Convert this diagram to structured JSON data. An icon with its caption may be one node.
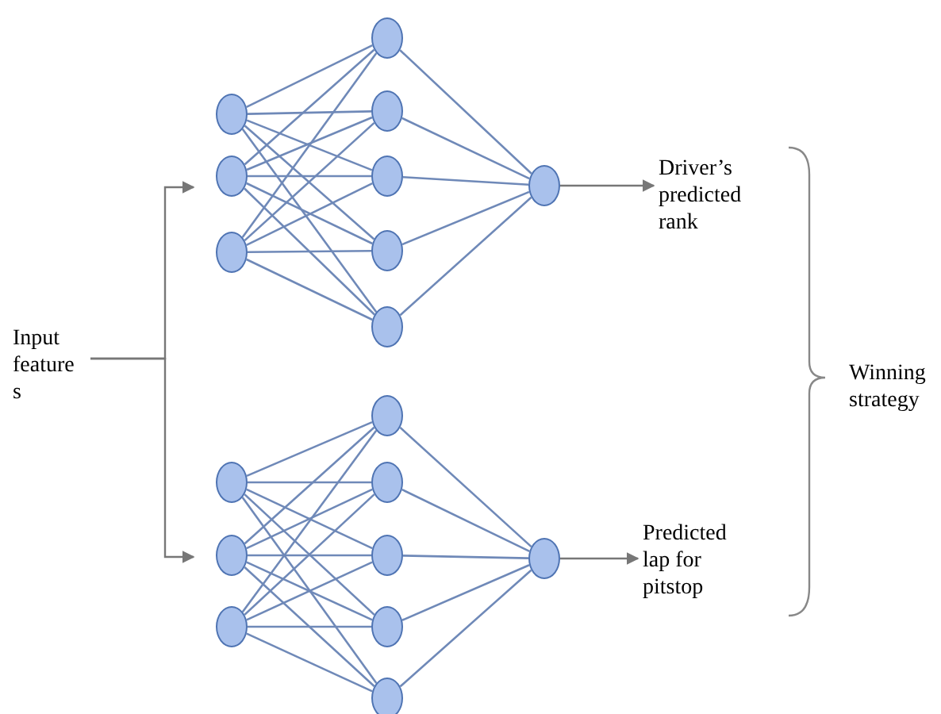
{
  "diagram": {
    "nodes": [
      {
        "text": [
          "Input feature s"
        ]
      },
      {
        "text": [],
        "shape": "circle"
      },
      {
        "text": [],
        "shape": "circle"
      },
      {
        "text": [],
        "shape": "circle"
      },
      {
        "text": [],
        "shape": "circle"
      },
      {
        "text": [],
        "shape": "circle"
      },
      {
        "text": [],
        "shape": "circle"
      },
      {
        "text": [],
        "shape": "circle"
      },
      {
        "text": [],
        "shape": "circle"
      },
      {
        "text": [],
        "shape": "circle"
      },
      {
        "text": [
          "Driver’s predicted rank"
        ]
      },
      {
        "text": [],
        "shape": "circle"
      },
      {
        "text": [],
        "shape": "circle"
      },
      {
        "text": [],
        "shape": "circle"
      },
      {
        "text": [],
        "shape": "circle"
      },
      {
        "text": [],
        "shape": "circle"
      },
      {
        "text": [],
        "shape": "circle"
      },
      {
        "text": [],
        "shape": "circle"
      },
      {
        "text": [],
        "shape": "circle"
      },
      {
        "text": [],
        "shape": "circle"
      },
      {
        "text": [
          "Predicted lap for pitstop"
        ]
      }
    ],
    "edges": [
      {
        "from": 0,
        "to": 2,
        "arrow": "to"
      },
      {
        "from": 0,
        "to": 12,
        "arrow": "to"
      },
      {
        "from": 1,
        "to": 4,
        "arrow": "none"
      },
      {
        "from": 1,
        "to": 5,
        "arrow": "none"
      },
      {
        "from": 1,
        "to": 6,
        "arrow": "none"
      },
      {
        "from": 1,
        "to": 7,
        "arrow": "none"
      },
      {
        "from": 1,
        "to": 8,
        "arrow": "none"
      },
      {
        "from": 2,
        "to": 4,
        "arrow": "none"
      },
      {
        "from": 2,
        "to": 5,
        "arrow": "none"
      },
      {
        "from": 2,
        "to": 6,
        "arrow": "none"
      },
      {
        "from": 2,
        "to": 7,
        "arrow": "none"
      },
      {
        "from": 2,
        "to": 8,
        "arrow": "none"
      },
      {
        "from": 3,
        "to": 4,
        "arrow": "none"
      },
      {
        "from": 3,
        "to": 5,
        "arrow": "none"
      },
      {
        "from": 3,
        "to": 6,
        "arrow": "none"
      },
      {
        "from": 3,
        "to": 7,
        "arrow": "none"
      },
      {
        "from": 3,
        "to": 8,
        "arrow": "none"
      },
      {
        "from": 4,
        "to": 9,
        "arrow": "none"
      },
      {
        "from": 5,
        "to": 9,
        "arrow": "none"
      },
      {
        "from": 6,
        "to": 9,
        "arrow": "none"
      },
      {
        "from": 7,
        "to": 9,
        "arrow": "none"
      },
      {
        "from": 8,
        "to": 9,
        "arrow": "none"
      },
      {
        "from": 9,
        "to": 10,
        "arrow": "to"
      },
      {
        "from": 11,
        "to": 14,
        "arrow": "none"
      },
      {
        "from": 11,
        "to": 15,
        "arrow": "none"
      },
      {
        "from": 11,
        "to": 16,
        "arrow": "none"
      },
      {
        "from": 11,
        "to": 17,
        "arrow": "none"
      },
      {
        "from": 11,
        "to": 18,
        "arrow": "none"
      },
      {
        "from": 12,
        "to": 14,
        "arrow": "none"
      },
      {
        "from": 12,
        "to": 15,
        "arrow": "none"
      },
      {
        "from": 12,
        "to": 16,
        "arrow": "none"
      },
      {
        "from": 12,
        "to": 17,
        "arrow": "none"
      },
      {
        "from": 12,
        "to": 18,
        "arrow": "none"
      },
      {
        "from": 13,
        "to": 14,
        "arrow": "none"
      },
      {
        "from": 13,
        "to": 15,
        "arrow": "none"
      },
      {
        "from": 13,
        "to": 16,
        "arrow": "none"
      },
      {
        "from": 13,
        "to": 17,
        "arrow": "none"
      },
      {
        "from": 13,
        "to": 18,
        "arrow": "none"
      },
      {
        "from": 14,
        "to": 19,
        "arrow": "none"
      },
      {
        "from": 15,
        "to": 19,
        "arrow": "none"
      },
      {
        "from": 16,
        "to": 19,
        "arrow": "none"
      },
      {
        "from": 17,
        "to": 19,
        "arrow": "none"
      },
      {
        "from": 18,
        "to": 19,
        "arrow": "none"
      },
      {
        "from": 19,
        "to": 20,
        "arrow": "to"
      }
    ],
    "labels": [
      "Winning strategy"
    ]
  }
}
